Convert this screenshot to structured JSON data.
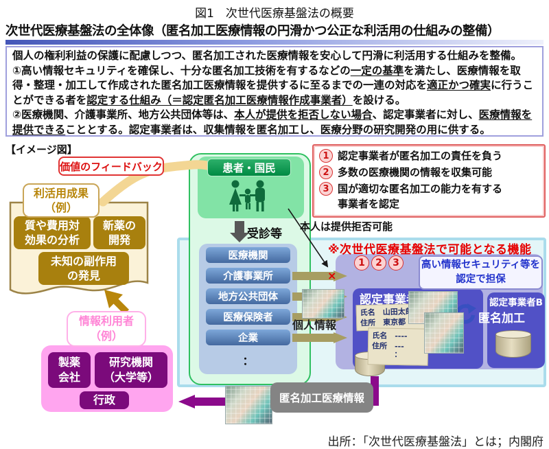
{
  "page": {
    "title": "図1　次世代医療基盤法の概要",
    "header": "次世代医療基盤法の全体像（匿名加工医療情報の円滑かつ公正な利活用の仕組みの整備）",
    "image_label": "【イメージ図】",
    "source": "出所：「次世代医療基盤法」とは；内閣府"
  },
  "colors": {
    "accent_red": "#dd1111",
    "note_red": "#e60000",
    "provider_blue": "#4f81bd",
    "patient_green": "#009a4e",
    "gold": "#a8800e",
    "pink": "#ffa5ef",
    "user_purple": "#7b0a7b",
    "operator_blue": "#5151c6",
    "arrow_tan": "#a79d62",
    "flow_purple": "#8b0a8b"
  },
  "overview": {
    "p1": "個人の権利利益の保護に配慮しつつ、匿名加工された医療情報を安心して円滑に利活用する仕組みを整備。",
    "p2": {
      "s1": "①高い情報セキュリティを確保し、十分な匿名加工技術を有するなどの",
      "u1": "一定の基準",
      "s2": "を満たし、医療情報を取得・整理・加工して作成された匿名加工医療情報を提供するに至るまでの一連の対応を",
      "u2": "適正かつ確実",
      "s3": "に行うことができる者を",
      "u3": "認定する仕組み（＝認定匿名加工医療情報作成事業者）",
      "s4": "を設ける。"
    },
    "p3": {
      "s1": "②医療機関、介護事業所、地方公共団体等は、",
      "u1": "本人が提供を拒否しない場合",
      "s2": "、認定事業者に対し、",
      "u2": "医療情報を提供できる",
      "s3": "こととする。認定事業者は、収集情報を匿名加工し、医療分野の研究開発の用に供する。"
    }
  },
  "benefits": {
    "items": [
      {
        "num": "1",
        "text": "認定事業者が匿名加工の責任を負う"
      },
      {
        "num": "2",
        "text": "多数の医療機関の情報を収集可能"
      },
      {
        "num": "3",
        "text": "国が適切な匿名加工の能力を有する",
        "text2": "事業者を認定"
      }
    ]
  },
  "feedback": {
    "label": "価値のフィードバック"
  },
  "results": {
    "title_l1": "利活用成果",
    "title_l2": "（例）",
    "box1_l1": "質や費用対",
    "box1_l2": "効果の分析",
    "box2_l1": "新薬の",
    "box2_l2": "開発",
    "box3_l1": "未知の副作用",
    "box3_l2": "の発見"
  },
  "users": {
    "title_l1": "情報利用者",
    "title_l2": "（例）",
    "box1_l1": "製薬",
    "box1_l2": "会社",
    "box2_l1": "研究機関",
    "box2_l2": "（大学等）",
    "box3": "行政"
  },
  "patients": {
    "title": "患者・国民",
    "visit": "受診等",
    "refusal": "本人は提供拒否可能"
  },
  "providers": {
    "items": [
      "医療機関",
      "介護事業所",
      "地方公共団体",
      "医療保険者",
      "企業"
    ],
    "dots": "：",
    "x_mark": "×",
    "personal_info": "個人情報"
  },
  "note": {
    "title": "※次世代医療基盤法で可能となる機能",
    "nums": [
      "1",
      "2",
      "3"
    ],
    "security_l1": "高い情報セキュリティ等を",
    "security_l2": "認定で担保"
  },
  "operators": {
    "a_title": "認定事業者A",
    "b_title": "認定事業者B",
    "anonymize": "匿名加工",
    "card1_l1": "氏名　山田太郎",
    "card1_l2": "住所　東京都",
    "card2_l1": "氏名　----",
    "card2_l2": "住所　---",
    "card2_dots": "：",
    "anon_info": "匿名加工医療情報"
  }
}
